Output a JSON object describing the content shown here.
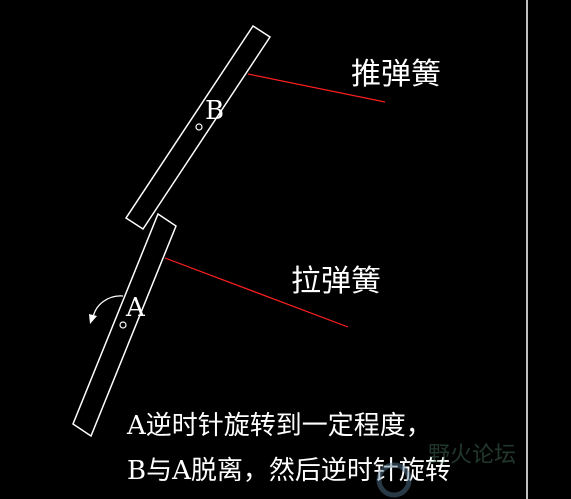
{
  "labels": {
    "push_spring": "推弹簧",
    "pull_spring": "拉弹簧",
    "point_b": "B",
    "point_a": "A"
  },
  "caption": {
    "line1": "A逆时针旋转到一定程度，",
    "line2": "B与A脱离，然后逆时针旋转"
  },
  "watermark": "野火论坛",
  "colors": {
    "background": "#000000",
    "outline": "#ffffff",
    "spring_line": "#ff2020"
  }
}
